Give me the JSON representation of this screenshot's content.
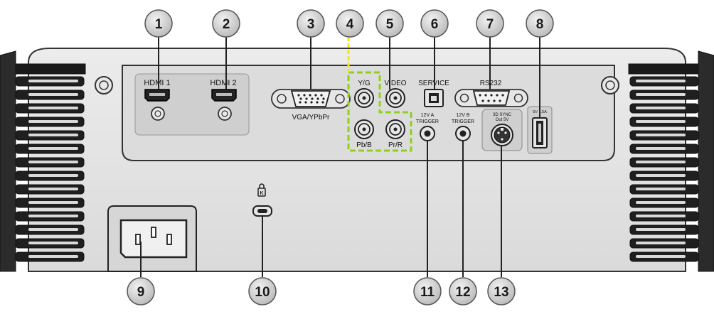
{
  "ports": {
    "hdmi1": "HDMI 1",
    "hdmi2": "HDMI 2",
    "vga": "VGA/YPbPr",
    "yg": "Y/G",
    "video": "VIDEO",
    "pbb": "Pb/B",
    "prr": "Pr/R",
    "service": "SERVICE",
    "rs232": "RS232",
    "usb": "5V 1.5A",
    "trigger_a_1": "12V A",
    "trigger_a_2": "TRIGGER",
    "trigger_b_1": "12V B",
    "trigger_b_2": "TRIGGER",
    "sync_1": "3D SYNC",
    "sync_2": "Out 5V"
  },
  "callouts": [
    "1",
    "2",
    "3",
    "4",
    "5",
    "6",
    "7",
    "8",
    "9",
    "10",
    "11",
    "12",
    "13"
  ],
  "colors": {
    "body": "#e6e6e6",
    "panel": "#d0d0d0",
    "outline": "#222222",
    "highlight": "#8fd11c",
    "leader_4": "#f2e71c",
    "badge_fill": "#cfcfcf"
  },
  "icons": {
    "lock": "kensington-lock-icon"
  }
}
